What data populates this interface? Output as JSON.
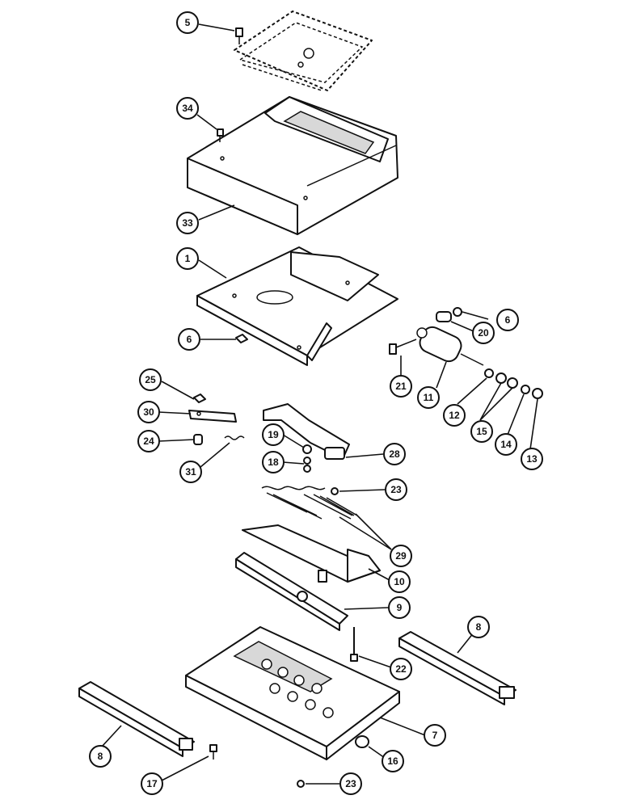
{
  "callouts": [
    {
      "id": "c5",
      "label": "5"
    },
    {
      "id": "c34",
      "label": "34"
    },
    {
      "id": "c33",
      "label": "33"
    },
    {
      "id": "c1",
      "label": "1"
    },
    {
      "id": "c6a",
      "label": "6"
    },
    {
      "id": "c6b",
      "label": "6"
    },
    {
      "id": "c20",
      "label": "20"
    },
    {
      "id": "c21",
      "label": "21"
    },
    {
      "id": "c11",
      "label": "11"
    },
    {
      "id": "c12",
      "label": "12"
    },
    {
      "id": "c15",
      "label": "15"
    },
    {
      "id": "c14",
      "label": "14"
    },
    {
      "id": "c13",
      "label": "13"
    },
    {
      "id": "c25",
      "label": "25"
    },
    {
      "id": "c30",
      "label": "30"
    },
    {
      "id": "c24",
      "label": "24"
    },
    {
      "id": "c31",
      "label": "31"
    },
    {
      "id": "c19",
      "label": "19"
    },
    {
      "id": "c18",
      "label": "18"
    },
    {
      "id": "c28",
      "label": "28"
    },
    {
      "id": "c23a",
      "label": "23"
    },
    {
      "id": "c29",
      "label": "29"
    },
    {
      "id": "c10",
      "label": "10"
    },
    {
      "id": "c9",
      "label": "9"
    },
    {
      "id": "c8a",
      "label": "8"
    },
    {
      "id": "c22",
      "label": "22"
    },
    {
      "id": "c7",
      "label": "7"
    },
    {
      "id": "c8b",
      "label": "8"
    },
    {
      "id": "c16",
      "label": "16"
    },
    {
      "id": "c17",
      "label": "17"
    },
    {
      "id": "c23b",
      "label": "23"
    }
  ]
}
